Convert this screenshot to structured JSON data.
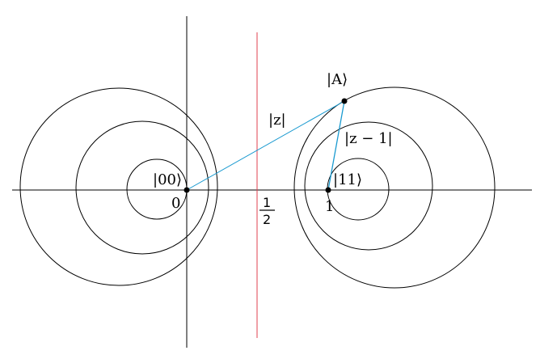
{
  "labels": {
    "ket_00": "|00⟩",
    "ket_11": "|11⟩",
    "ket_a": "|A⟩",
    "mod_z": "|z|",
    "mod_z_minus_1": "|z − 1|",
    "zero": "0",
    "one": "1",
    "half_num": "1",
    "half_den": "2"
  },
  "colors": {
    "axes": "#000000",
    "circles": "#000000",
    "bisector": "#e0404f",
    "segments": "#1a9ad0",
    "points": "#000000"
  }
}
